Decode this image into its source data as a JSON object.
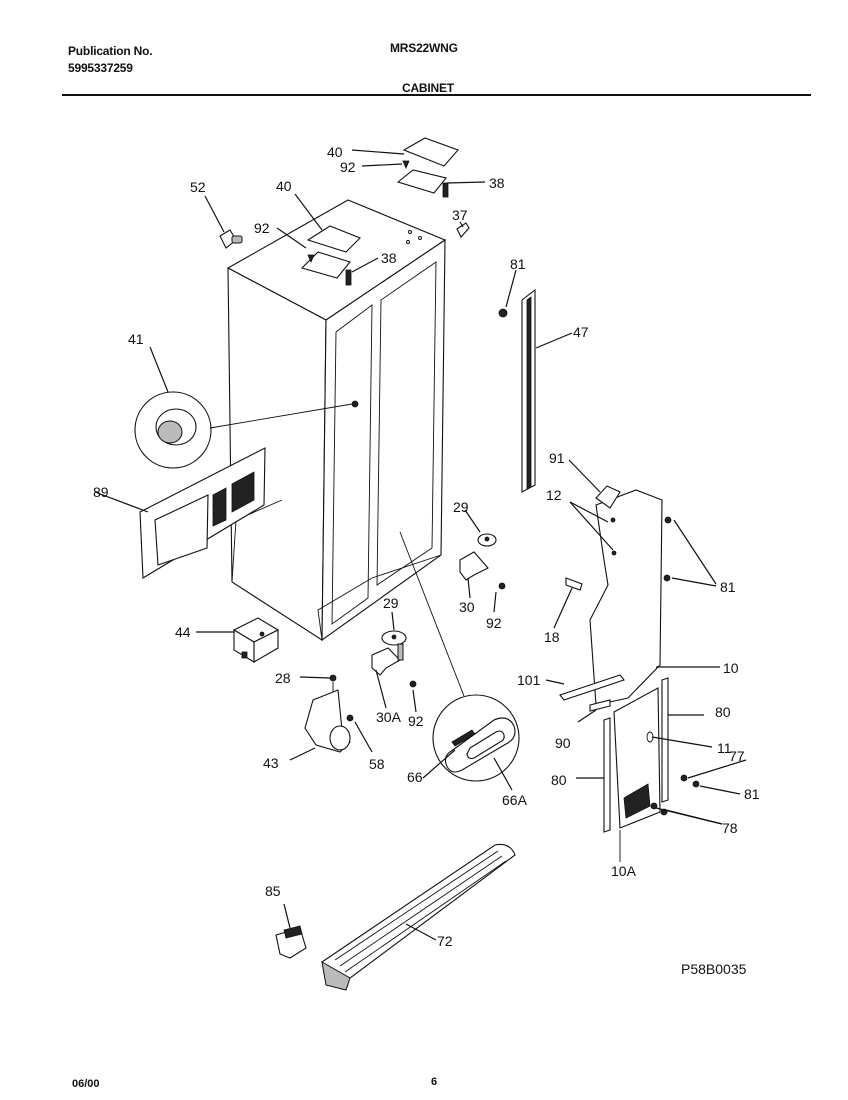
{
  "header": {
    "publication_label": "Publication No.",
    "publication_number": "5995337259",
    "model": "MRS22WNG",
    "section_title": "CABINET"
  },
  "footer": {
    "date": "06/00",
    "page_number": "6"
  },
  "diagram": {
    "drawing_code": "P58B0035",
    "callouts": [
      "40",
      "92",
      "38",
      "52",
      "40",
      "92",
      "38",
      "37",
      "81",
      "47",
      "41",
      "89",
      "91",
      "12",
      "81",
      "29",
      "30",
      "92",
      "18",
      "29",
      "44",
      "28",
      "30A",
      "92",
      "43",
      "58",
      "66",
      "66A",
      "101",
      "10",
      "90",
      "80",
      "11",
      "77",
      "80",
      "81",
      "78",
      "10A",
      "85",
      "72"
    ]
  }
}
